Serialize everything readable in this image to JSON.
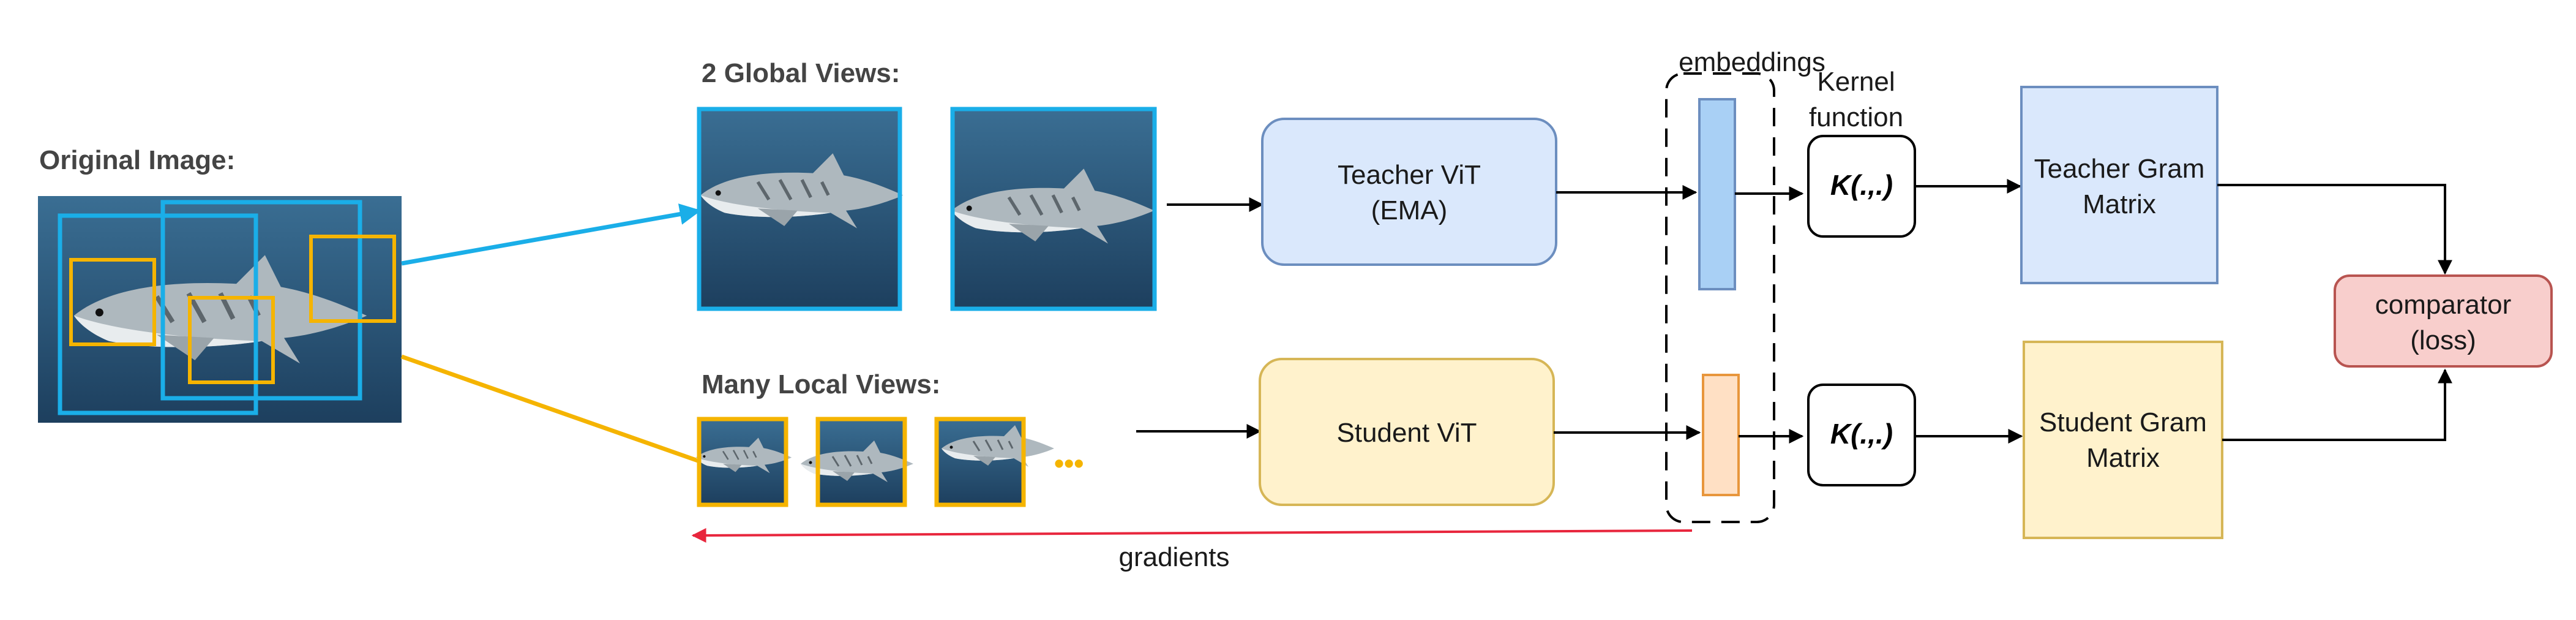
{
  "original_image": {
    "label": "Original Image:"
  },
  "global_views": {
    "label": "2 Global Views:"
  },
  "local_views": {
    "label": "Many Local Views:",
    "more": "•••"
  },
  "teacher": {
    "line1": "Teacher ViT",
    "line2": "(EMA)"
  },
  "student": {
    "label": "Student ViT"
  },
  "embeddings": {
    "label": "embeddings"
  },
  "kernel": {
    "line1": "Kernel",
    "line2": "function",
    "symbol": "K(.,.)"
  },
  "teacher_gram": {
    "line1": "Teacher Gram",
    "line2": "Matrix"
  },
  "student_gram": {
    "line1": "Student Gram",
    "line2": "Matrix"
  },
  "comparator": {
    "line1": "comparator",
    "line2": "(loss)"
  },
  "gradients": {
    "label": "gradients"
  },
  "colors": {
    "global_blue": "#1aaee8",
    "local_yellow": "#f5b400",
    "gradient_red": "#e8263d",
    "teacher_fill": "#dae8fc",
    "teacher_stroke": "#6c8ebf",
    "student_fill": "#fff2cc",
    "student_stroke": "#d6b656",
    "comparator_fill": "#f8cecc",
    "comparator_stroke": "#b85450",
    "teacher_emb_fill": "#a9d0f5",
    "student_emb_fill": "#ffe0c4",
    "student_emb_stroke": "#e8963c"
  }
}
